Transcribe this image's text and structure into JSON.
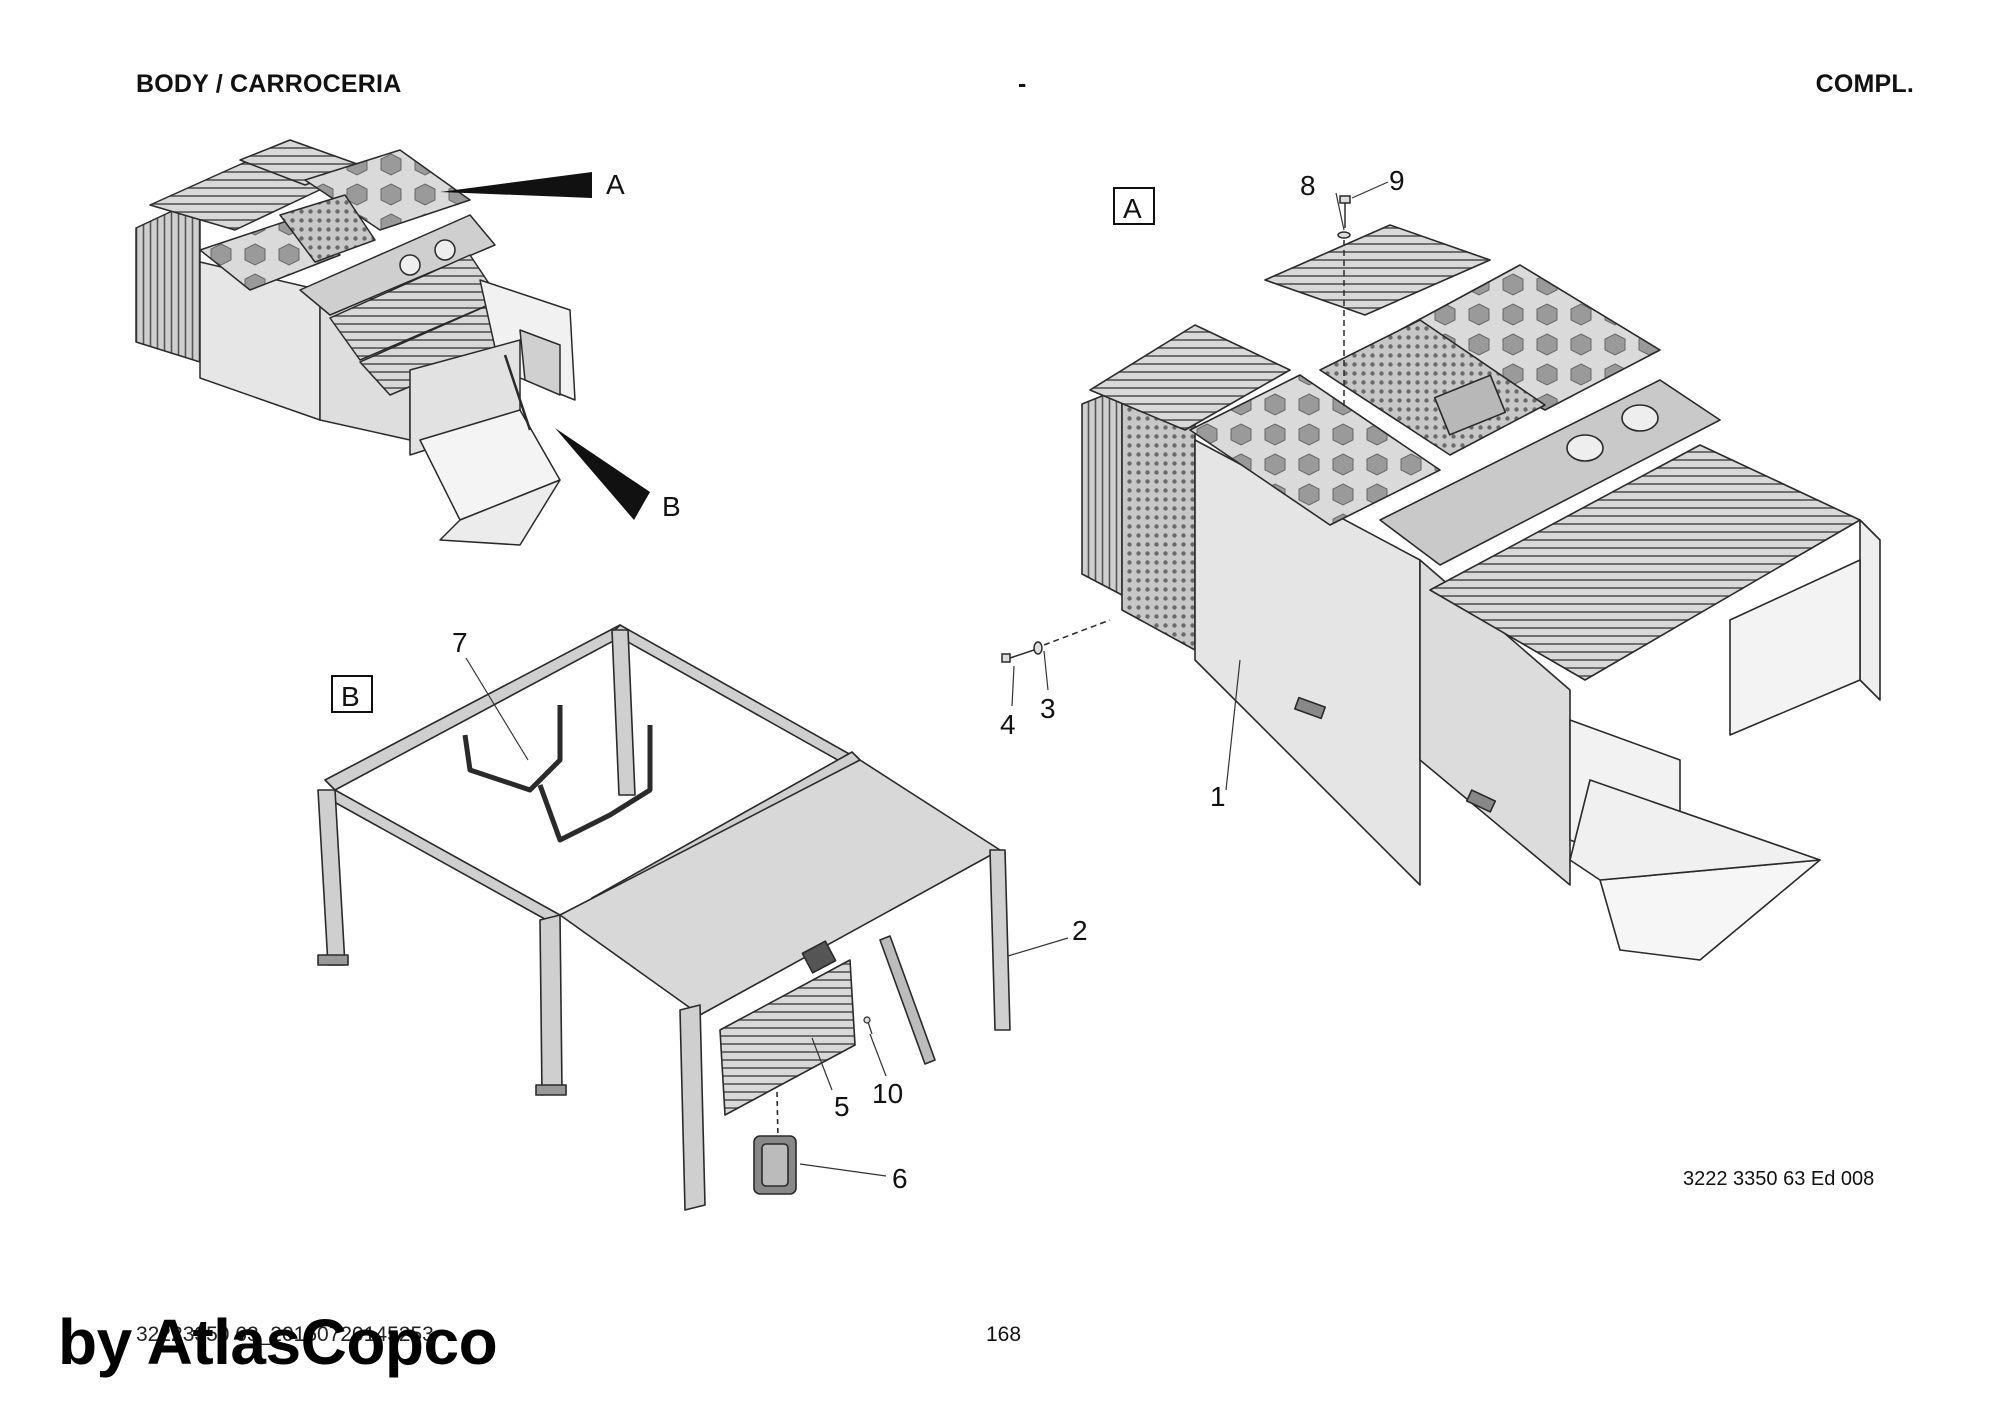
{
  "header": {
    "left": "BODY / CARROCERIA",
    "center": "-",
    "right": "COMPL."
  },
  "overview": {
    "pointer_a": "A",
    "pointer_b": "B"
  },
  "views": {
    "a": "A",
    "b": "B"
  },
  "callouts": {
    "c1": "1",
    "c2": "2",
    "c3": "3",
    "c4": "4",
    "c5": "5",
    "c6": "6",
    "c7": "7",
    "c8": "8",
    "c9": "9",
    "c10": "10"
  },
  "doc_ref": "3222 3350 63 Ed 008",
  "footer": {
    "file_ref": "32223350 63_20150720145253",
    "page_number": "168"
  },
  "watermark": "by AtlasCopco",
  "colors": {
    "line": "#2a2a2a",
    "panel_light": "#e4e4e4",
    "panel_mid": "#bdbdbd",
    "panel_dark": "#8a8a8a",
    "hex_cells": "#9a9a9a"
  }
}
